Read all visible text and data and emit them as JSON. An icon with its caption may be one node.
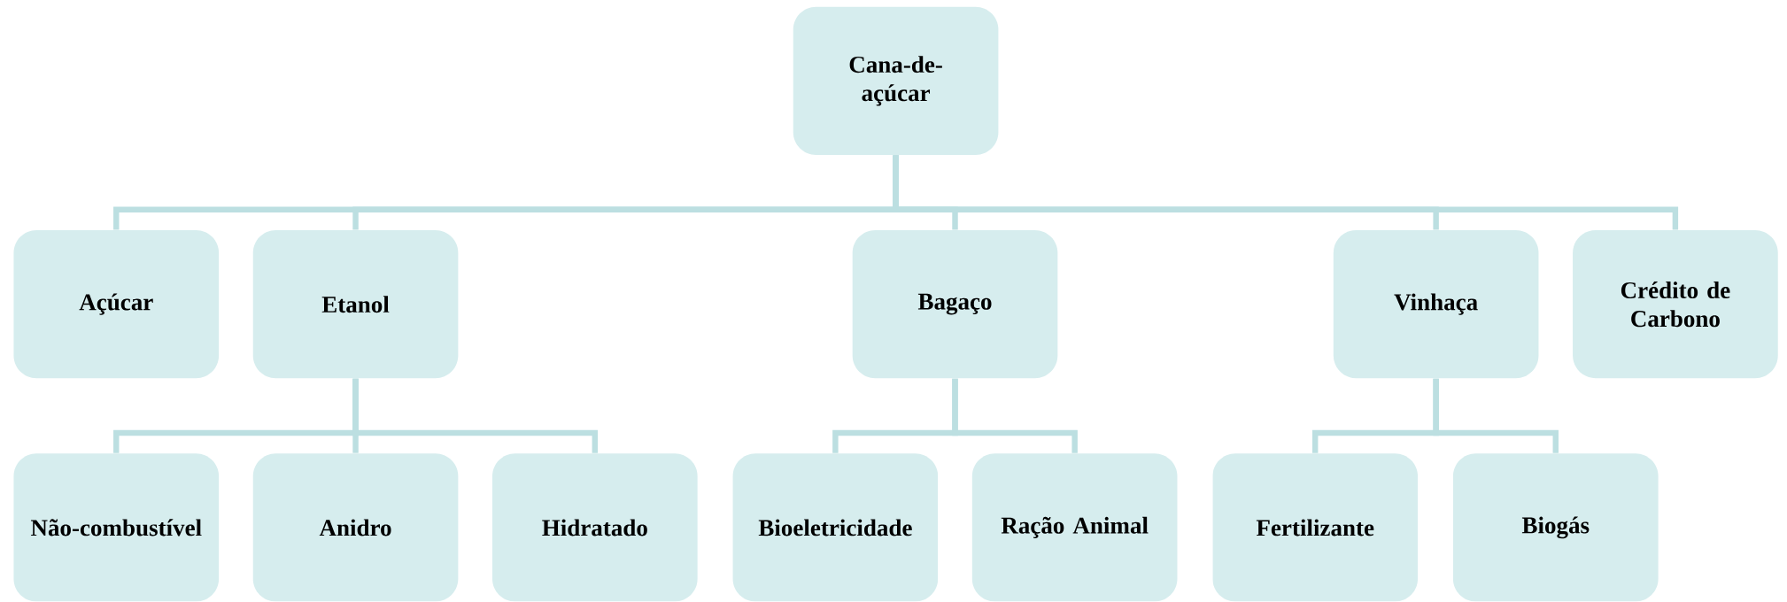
{
  "diagram": {
    "nodes": [
      {
        "text": [
          "Cana-de-açúcar"
        ]
      },
      {
        "text": [
          "Açúcar"
        ]
      },
      {
        "text": [
          "Etanol"
        ]
      },
      {
        "text": [
          "Bagaço"
        ]
      },
      {
        "text": [
          "Vinhaça"
        ]
      },
      {
        "text": [
          "Crédito de Carbono"
        ]
      },
      {
        "text": [
          "Não-combustível"
        ]
      },
      {
        "text": [
          "Anidro"
        ]
      },
      {
        "text": [
          "Hidratado"
        ]
      },
      {
        "text": [
          "Bioeletricidade"
        ]
      },
      {
        "text": [
          "Ração Animal"
        ]
      },
      {
        "text": [
          "Fertilizante"
        ]
      },
      {
        "text": [
          "Biogás"
        ]
      }
    ],
    "edges": [
      {
        "from": 0,
        "to": 1,
        "arrow": "none"
      },
      {
        "from": 0,
        "to": 2,
        "arrow": "none"
      },
      {
        "from": 0,
        "to": 3,
        "arrow": "none"
      },
      {
        "from": 0,
        "to": 4,
        "arrow": "none"
      },
      {
        "from": 0,
        "to": 5,
        "arrow": "none"
      },
      {
        "from": 2,
        "to": 6,
        "arrow": "none"
      },
      {
        "from": 2,
        "to": 7,
        "arrow": "none"
      },
      {
        "from": 2,
        "to": 8,
        "arrow": "none"
      },
      {
        "from": 3,
        "to": 9,
        "arrow": "none"
      },
      {
        "from": 3,
        "to": 10,
        "arrow": "none"
      },
      {
        "from": 4,
        "to": 11,
        "arrow": "none"
      },
      {
        "from": 4,
        "to": 12,
        "arrow": "none"
      }
    ]
  }
}
